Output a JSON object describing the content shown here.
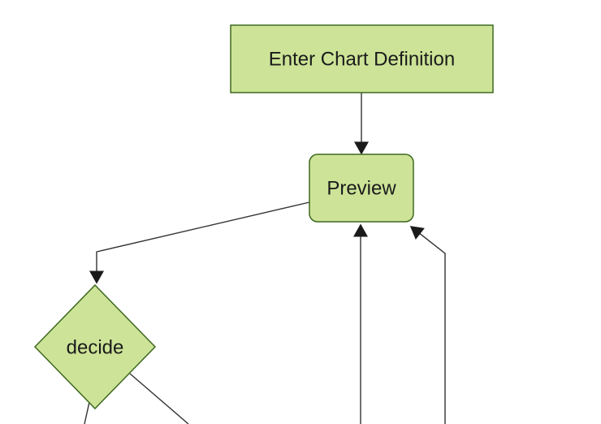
{
  "diagram": {
    "type": "flowchart",
    "direction": "top-down",
    "colors": {
      "background": "#ffffff",
      "node_fill": "#cde498",
      "node_stroke": "#3e681f",
      "edge_color": "#333333",
      "arrow_fill": "#1a1a1a",
      "text_color": "#1a1a1a"
    },
    "nodes": [
      {
        "id": "enter-chart-definition",
        "label": "Enter Chart Definition",
        "shape": "rectangle"
      },
      {
        "id": "preview",
        "label": "Preview",
        "shape": "rounded-rectangle"
      },
      {
        "id": "decide",
        "label": "decide",
        "shape": "diamond"
      }
    ],
    "edges": [
      {
        "from": "enter-chart-definition",
        "to": "preview",
        "arrow": true
      },
      {
        "from": "preview",
        "to": "decide",
        "arrow": true
      },
      {
        "from": "offscreen-bottom-left",
        "to": "preview",
        "arrow": true
      },
      {
        "from": "offscreen-bottom-right",
        "to": "preview",
        "arrow": true
      },
      {
        "from": "decide",
        "to": "offscreen-bottom-1",
        "arrow": false
      },
      {
        "from": "decide",
        "to": "offscreen-bottom-2",
        "arrow": false
      }
    ]
  }
}
